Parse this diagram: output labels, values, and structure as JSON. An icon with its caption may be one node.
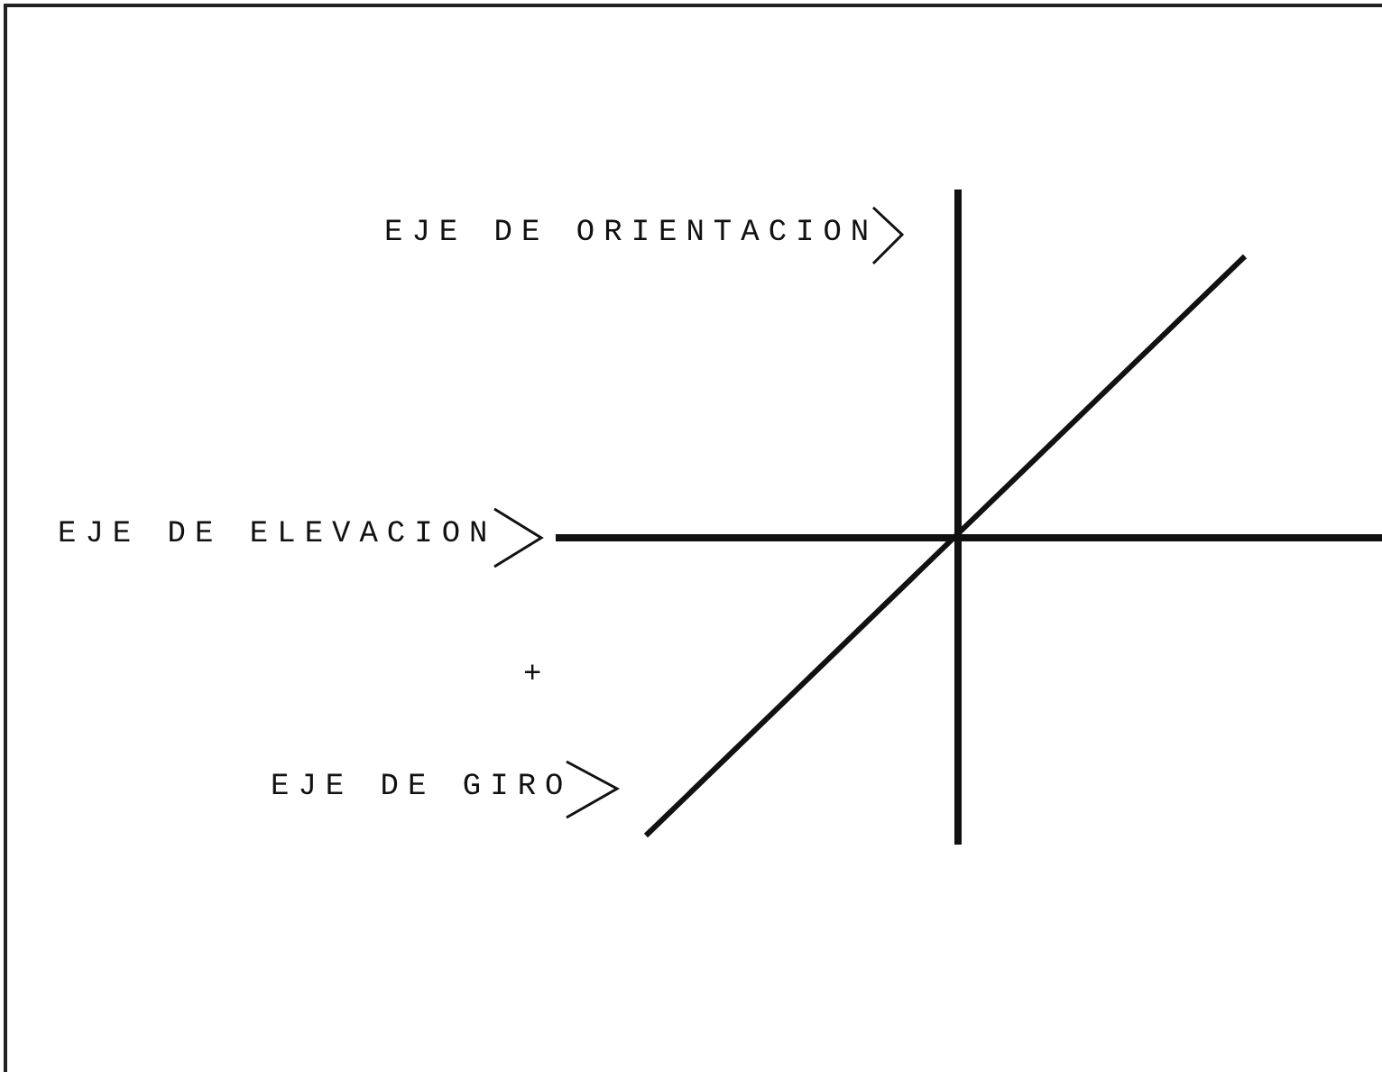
{
  "diagram": {
    "labels": [
      "EJE DE ORIENTACION",
      "EJE DE ELEVACION",
      "+",
      "EJE DE GIRO"
    ]
  }
}
